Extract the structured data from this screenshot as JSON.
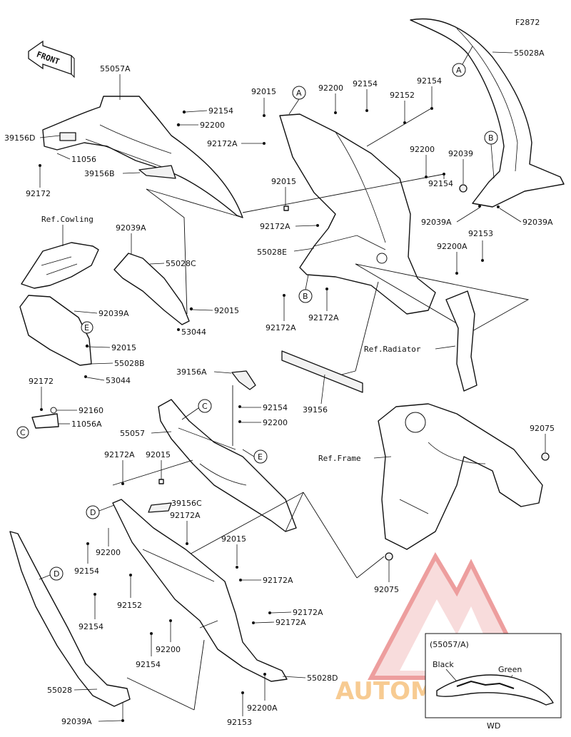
{
  "figure_id": "F2872",
  "front_arrow": "FRONT",
  "parts": {
    "p55057A": "55057A",
    "p39156D": "39156D",
    "p11056": "11056",
    "p39156B": "39156B",
    "p92172a": "92172",
    "p92154a": "92154",
    "p92200a": "92200",
    "pRefCowling": "Ref.Cowling",
    "p92039Aa": "92039A",
    "p55028C": "55028C",
    "p92039Ab": "92039A",
    "p92015a": "92015",
    "p53044a": "53044",
    "p92015b": "92015",
    "p55028B": "55028B",
    "p53044b": "53044",
    "p92172b": "92172",
    "p92160": "92160",
    "p11056A": "11056A",
    "p92015c": "92015",
    "p92172Aa": "92172A",
    "p92200b": "92200",
    "p92154b": "92154",
    "p92152a": "92152",
    "p92154c": "92154",
    "p92200c": "92200",
    "p92015d": "92015",
    "p92172Ab": "92172A",
    "p55028E": "55028E",
    "p92172Ac": "92172A",
    "p92172Ad": "92172A",
    "p55028A": "55028A",
    "p92039": "92039",
    "p92154d": "92154",
    "p92039Ac": "92039A",
    "p92153a": "92153",
    "p92039Ad": "92039A",
    "p92200Aa": "92200A",
    "pRefRadiator": "Ref.Radiator",
    "p39156": "39156",
    "p39156A": "39156A",
    "p92154e": "92154",
    "p92200d": "92200",
    "p55057": "55057",
    "p92172Ae": "92172A",
    "p92015e": "92015",
    "p39156C": "39156C",
    "p92172Af": "92172A",
    "p92200e": "92200",
    "p92154f": "92154",
    "p92152b": "92152",
    "p92154g": "92154",
    "p92015f": "92015",
    "p92172Ag": "92172A",
    "p92172Ah": "92172A",
    "p92172Ai": "92172A",
    "p92200f": "92200",
    "p92154h": "92154",
    "p55028D": "55028D",
    "p55028": "55028",
    "p92039Ae": "92039A",
    "p92200Ab": "92200A",
    "p92153b": "92153",
    "pRefFrame": "Ref.Frame",
    "p92075a": "92075",
    "p92075b": "92075"
  },
  "callouts": {
    "A": "A",
    "B": "B",
    "C": "C",
    "D": "D",
    "E": "E"
  },
  "inset": {
    "title": "(55057/A)",
    "black": "Black",
    "green": "Green",
    "code": "WD"
  },
  "watermark": "AUTOMOTO UB"
}
